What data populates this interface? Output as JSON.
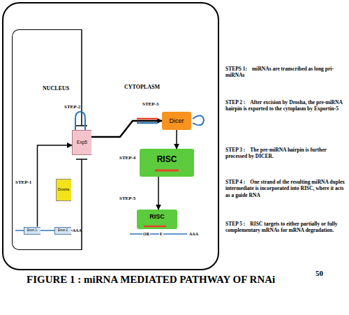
{
  "diagram": {
    "caption": "FIGURE 1 : miRNA MEDIATED PATHWAY OF RNAi",
    "nodes": [
      {
        "text": [
          "NUCLEUS"
        ]
      },
      {
        "text": [
          "Drosha"
        ],
        "in": 0
      },
      {
        "text": [
          "Exon 1"
        ],
        "in": 0
      },
      {
        "text": [
          "Exon 2"
        ],
        "in": 0
      },
      {
        "text": [
          "Exp5"
        ]
      },
      {
        "text": [
          "Dicer"
        ]
      },
      {
        "text": [
          "RISC"
        ]
      },
      {
        "text": [
          "RISC"
        ]
      }
    ],
    "edges": [
      {
        "from": 2,
        "to": 4,
        "arrow": "to"
      },
      {
        "from": 4,
        "to": 5,
        "arrow": "to"
      },
      {
        "from": 5,
        "to": 6,
        "arrow": "to"
      },
      {
        "from": 6,
        "to": 7,
        "arrow": "to"
      }
    ],
    "labels": [
      "CYTOPLASM",
      "STEP-2",
      "STEP-3",
      "STEP-1",
      "STEP-4",
      "STEP-5",
      "AAA",
      "OR",
      "F",
      "AAA",
      "STEPS 1:",
      "miRNAs are transcribed as long pri-miRNAs",
      "STEP 2 :",
      "After excision by Drosha, the pre-miRNA hairpin is exported to the cytoplasm by Exportin-5",
      "STEP 3 :",
      "The pre-miRNA hairpin is further processed by DICER.",
      "STEP 4 :",
      "One strand of the resulting miRNA duplex intermediate is incorporated into RISC, where it acts as a guide RNA",
      "STEP 5 :",
      "RISC targets to either partially or fully complementary mRNAs for mRNA degradation.",
      "50"
    ]
  }
}
